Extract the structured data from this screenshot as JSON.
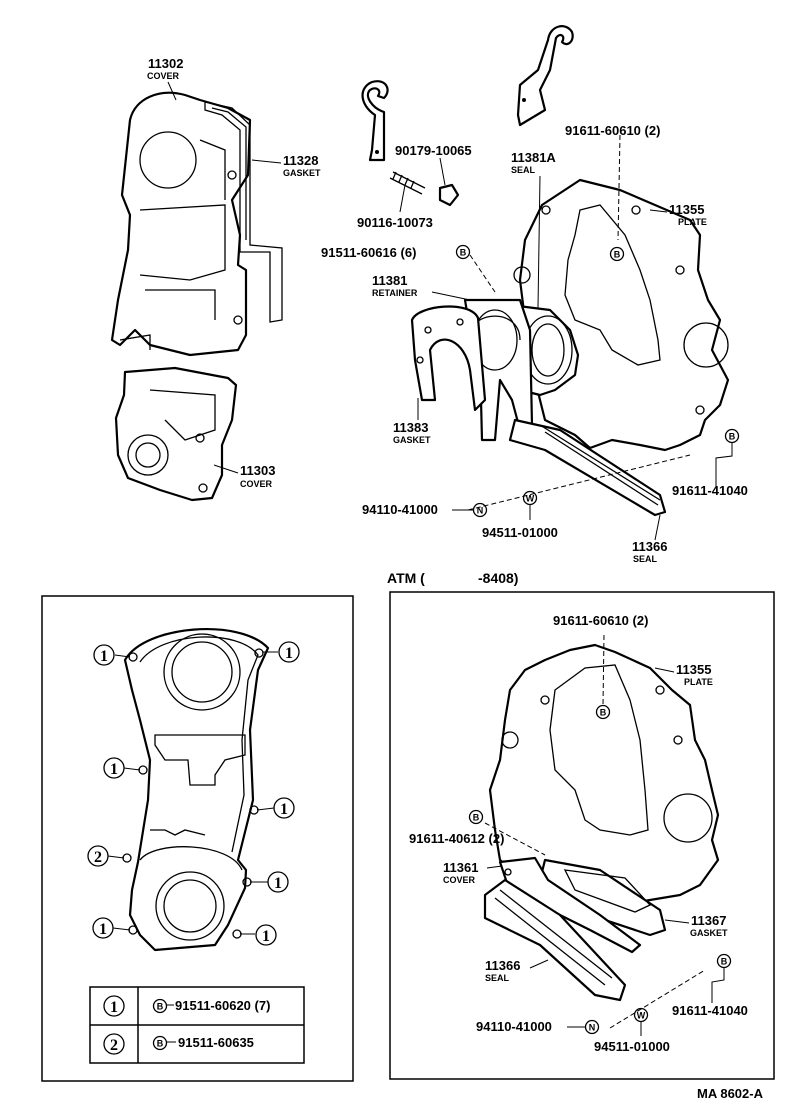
{
  "diagram_code": "MA 8602-A",
  "atm_header": {
    "prefix": "ATM (",
    "suffix": "-8408)"
  },
  "symbols": {
    "B": "B",
    "N": "N",
    "W": "W",
    "one": "1",
    "two": "2"
  },
  "parts": {
    "p11302": {
      "number": "11302",
      "name": "COVER"
    },
    "p11328": {
      "number": "11328",
      "name": "GASKET"
    },
    "p11303": {
      "number": "11303",
      "name": "COVER"
    },
    "p90179": {
      "number": "90179-10065"
    },
    "p90116": {
      "number": "90116-10073"
    },
    "p91511a": {
      "number": "91511-60616 (6)"
    },
    "p11381": {
      "number": "11381",
      "name": "RETAINER"
    },
    "p11381A": {
      "number": "11381A",
      "name": "SEAL"
    },
    "p91611a": {
      "number": "91611-60610 (2)"
    },
    "p11355": {
      "number": "11355",
      "name": "PLATE"
    },
    "p11383": {
      "number": "11383",
      "name": "GASKET"
    },
    "p91611b": {
      "number": "91611-41040"
    },
    "p94110": {
      "number": "94110-41000"
    },
    "p94511": {
      "number": "94511-01000"
    },
    "p11366": {
      "number": "11366",
      "name": "SEAL"
    }
  },
  "atm_parts": {
    "p91611a": {
      "number": "91611-60610 (2)"
    },
    "p11355": {
      "number": "11355",
      "name": "PLATE"
    },
    "p91611c": {
      "number": "91611-40612 (2)"
    },
    "p11361": {
      "number": "11361",
      "name": "COVER"
    },
    "p11367": {
      "number": "11367",
      "name": "GASKET"
    },
    "p11366": {
      "number": "11366",
      "name": "SEAL"
    },
    "p91611b": {
      "number": "91611-41040"
    },
    "p94110": {
      "number": "94110-41000"
    },
    "p94511": {
      "number": "94511-01000"
    }
  },
  "bolt_legend": [
    {
      "key": "1",
      "symbol": "B",
      "part": "91511-60620 (7)"
    },
    {
      "key": "2",
      "symbol": "B",
      "part": "91511-60635"
    }
  ]
}
